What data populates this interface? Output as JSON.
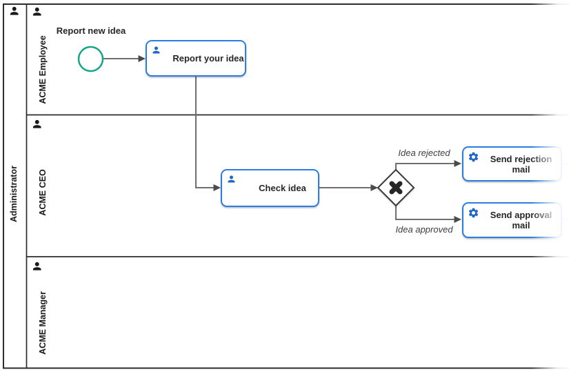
{
  "diagram": {
    "type": "bpmn-process",
    "pool": {
      "label": "Administrator",
      "icon": "person-icon"
    },
    "lanes": [
      {
        "label": "ACME Employee",
        "icon": "person-icon"
      },
      {
        "label": "ACME CEO",
        "icon": "person-icon"
      },
      {
        "label": "ACME Manager",
        "icon": "person-icon"
      }
    ],
    "start_event": {
      "label": "Report new idea",
      "shape": "circle"
    },
    "tasks": [
      {
        "label": "Report your idea",
        "type": "user-task",
        "icon": "person-icon",
        "lane": "ACME Employee"
      },
      {
        "label": "Check idea",
        "type": "user-task",
        "icon": "person-icon",
        "lane": "ACME CEO"
      },
      {
        "label": "Send rejection mail",
        "type": "service-task",
        "icon": "gear-icon",
        "lane": "ACME CEO"
      },
      {
        "label": "Send approval mail",
        "type": "service-task",
        "icon": "gear-icon",
        "lane": "ACME CEO"
      }
    ],
    "gateway": {
      "type": "exclusive",
      "marker": "x-cross"
    },
    "flows": [
      {
        "label": "Idea rejected"
      },
      {
        "label": "Idea approved"
      }
    ],
    "colors": {
      "task_border": "#2b7de3",
      "task_icon_blue": "#1f66c9",
      "start_event_stroke": "#14a687",
      "flow_line": "#6e6e6e",
      "arrowhead": "#4a4a4a",
      "pool_border": "#2b2b2b",
      "gateway_border": "#3a3a3a",
      "label_text": "#262626"
    }
  }
}
